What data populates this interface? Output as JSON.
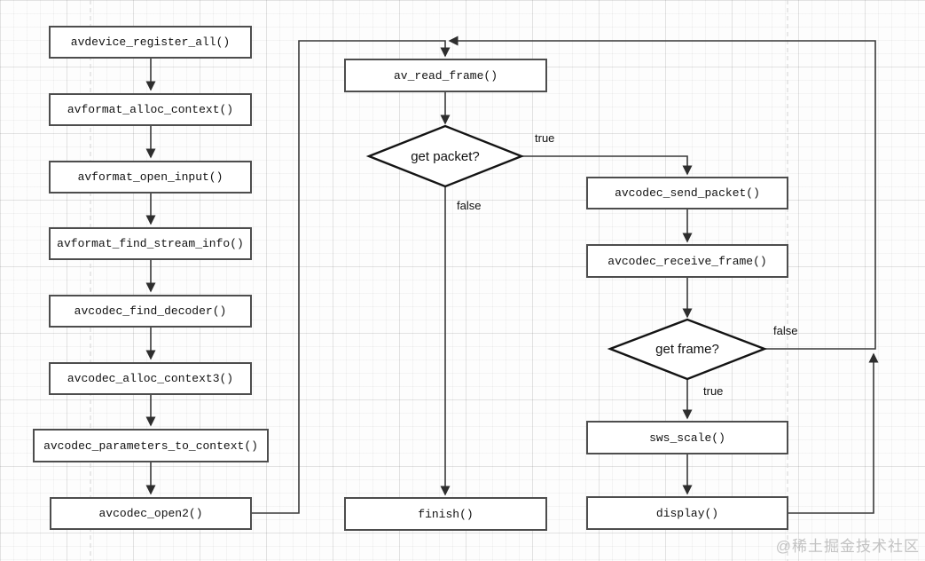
{
  "nodes": {
    "avdevice_register_all": "avdevice_register_all()",
    "avformat_alloc_context": "avformat_alloc_context()",
    "avformat_open_input": "avformat_open_input()",
    "avformat_find_stream_info": "avformat_find_stream_info()",
    "avcodec_find_decoder": "avcodec_find_decoder()",
    "avcodec_alloc_context3": "avcodec_alloc_context3()",
    "avcodec_parameters_to_context": "avcodec_parameters_to_context()",
    "avcodec_open2": "avcodec_open2()",
    "av_read_frame": "av_read_frame()",
    "get_packet": "get packet?",
    "finish": "finish()",
    "avcodec_send_packet": "avcodec_send_packet()",
    "avcodec_receive_frame": "avcodec_receive_frame()",
    "get_frame": "get frame?",
    "sws_scale": "sws_scale()",
    "display": "display()"
  },
  "edge_labels": {
    "get_packet_true": "true",
    "get_packet_false": "false",
    "get_frame_false": "false",
    "get_frame_true": "true"
  },
  "watermark": "@稀土掘金技术社区",
  "colors": {
    "node_border": "#4d4d4d",
    "node_fill": "#ffffff",
    "connector": "#3a3a3a",
    "decision_border": "#141414",
    "page_guide": "#d4d4d4",
    "watermark": "#c2c2c2"
  }
}
